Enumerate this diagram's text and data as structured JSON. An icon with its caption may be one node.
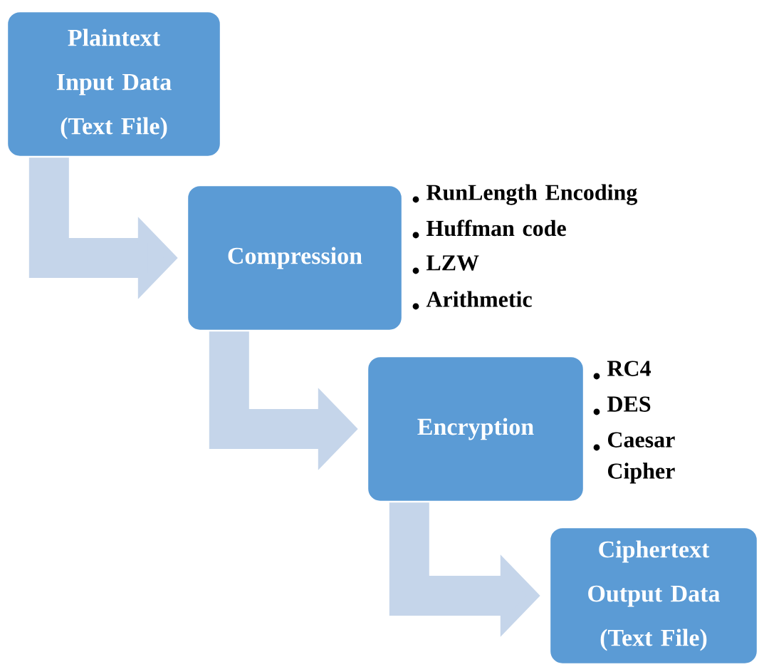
{
  "diagram": {
    "nodes": [
      {
        "text": [
          "Plaintext Input Data (Text File)"
        ]
      },
      {
        "text": [
          "Compression"
        ],
        "beside": [
          "RunLength Encoding",
          "Huffman code",
          "LZW",
          "Arithmetic"
        ]
      },
      {
        "text": [
          "Encryption"
        ],
        "beside": [
          "RC4",
          "DES",
          "Caesar Cipher"
        ]
      },
      {
        "text": [
          "Ciphertext Output Data (Text File)"
        ]
      }
    ],
    "edges": [
      {
        "from": 0,
        "to": 1,
        "arrow": "to"
      },
      {
        "from": 1,
        "to": 2,
        "arrow": "to"
      },
      {
        "from": 2,
        "to": 3,
        "arrow": "to"
      }
    ]
  }
}
